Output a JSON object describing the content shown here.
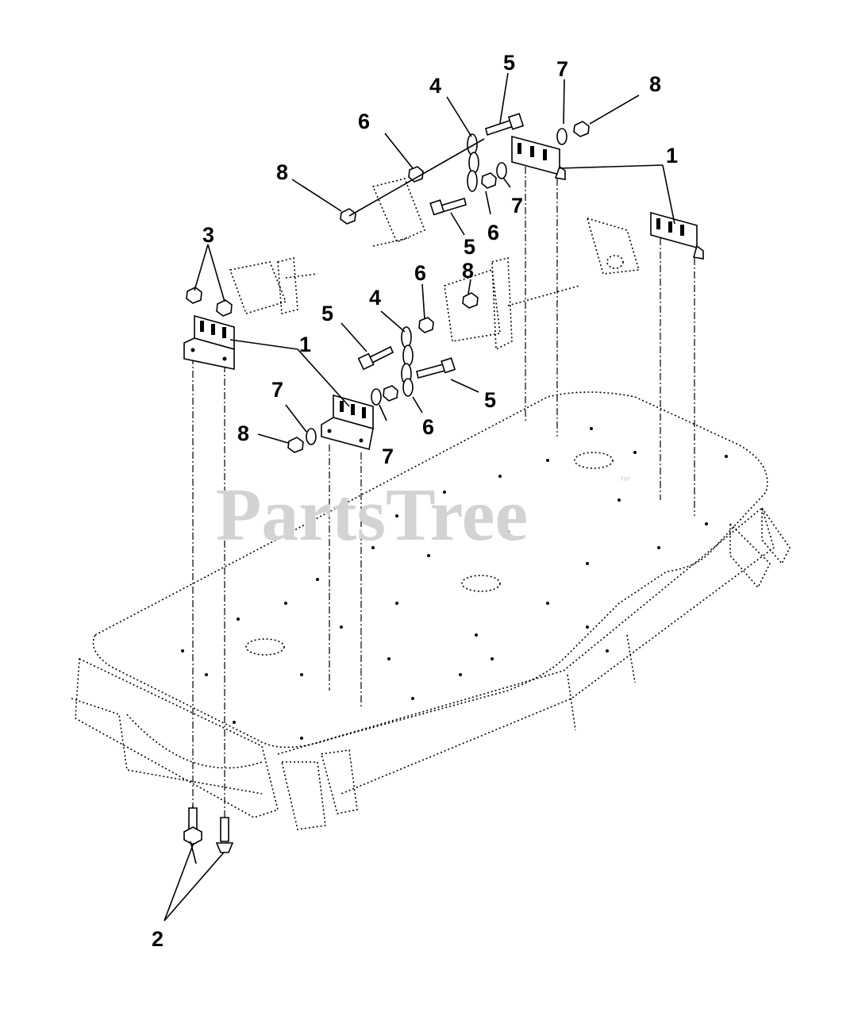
{
  "watermark": {
    "text": "PartsTree",
    "mark": "™"
  },
  "callouts": {
    "c1a": "1",
    "c1b": "1",
    "c2": "2",
    "c3": "3",
    "c4a": "4",
    "c4b": "4",
    "c5a": "5",
    "c5b": "5",
    "c5c": "5",
    "c5d": "5",
    "c6a": "6",
    "c6b": "6",
    "c6c": "6",
    "c6d": "6",
    "c7a": "7",
    "c7b": "7",
    "c7c": "7",
    "c7d": "7",
    "c8a": "8",
    "c8b": "8",
    "c8c": "8",
    "c8d": "8"
  }
}
